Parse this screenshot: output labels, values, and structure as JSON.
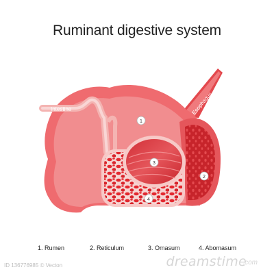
{
  "title": "Ruminant digestive system",
  "labels": {
    "intestine": "Intestine",
    "esophagus": "Esophagus"
  },
  "markers": {
    "rumen": "1",
    "omasum": "3",
    "abomasum": "2",
    "reticulum": "4"
  },
  "legend": [
    "1. Rumen",
    "2. Reticulum",
    "3. Omasum",
    "4. Abomasum"
  ],
  "watermark": {
    "text": "dreamstime",
    "tld": ".com",
    "id": "ID 136776985 © Vecton"
  },
  "colors": {
    "outer": "#ef6b6f",
    "inner": "#f08e90",
    "wall_light": "#f7c9c7",
    "dark": "#c7242b",
    "honeycomb": "#e3272e"
  }
}
